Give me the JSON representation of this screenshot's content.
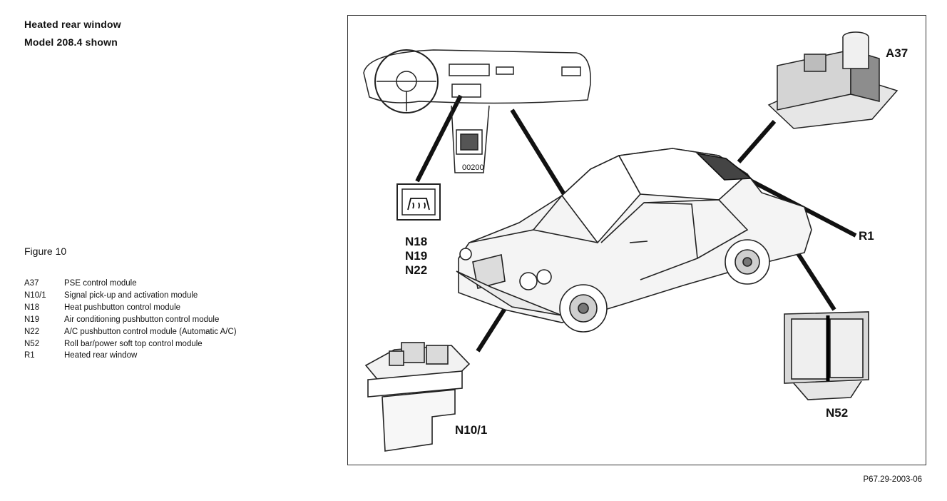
{
  "header": {
    "title": "Heated rear window",
    "subtitle": "Model 208.4 shown"
  },
  "figure": {
    "label": "Figure 10",
    "code": "P67.29-2003-06"
  },
  "legend": [
    {
      "code": "A37",
      "desc": "PSE control module"
    },
    {
      "code": "N10/1",
      "desc": "Signal pick-up and activation module"
    },
    {
      "code": "N18",
      "desc": "Heat pushbutton control module"
    },
    {
      "code": "N19",
      "desc": "Air conditioning pushbutton control module"
    },
    {
      "code": "N22",
      "desc": "A/C pushbutton control module (Automatic A/C)"
    },
    {
      "code": "N52",
      "desc": "Roll bar/power soft top control module"
    },
    {
      "code": "R1",
      "desc": "Heated rear window"
    }
  ],
  "callouts": {
    "a37": "A37",
    "r1": "R1",
    "n18": "N18",
    "n19": "N19",
    "n22": "N22",
    "n10_1": "N10/1",
    "n52": "N52",
    "dash_code": "00200"
  }
}
